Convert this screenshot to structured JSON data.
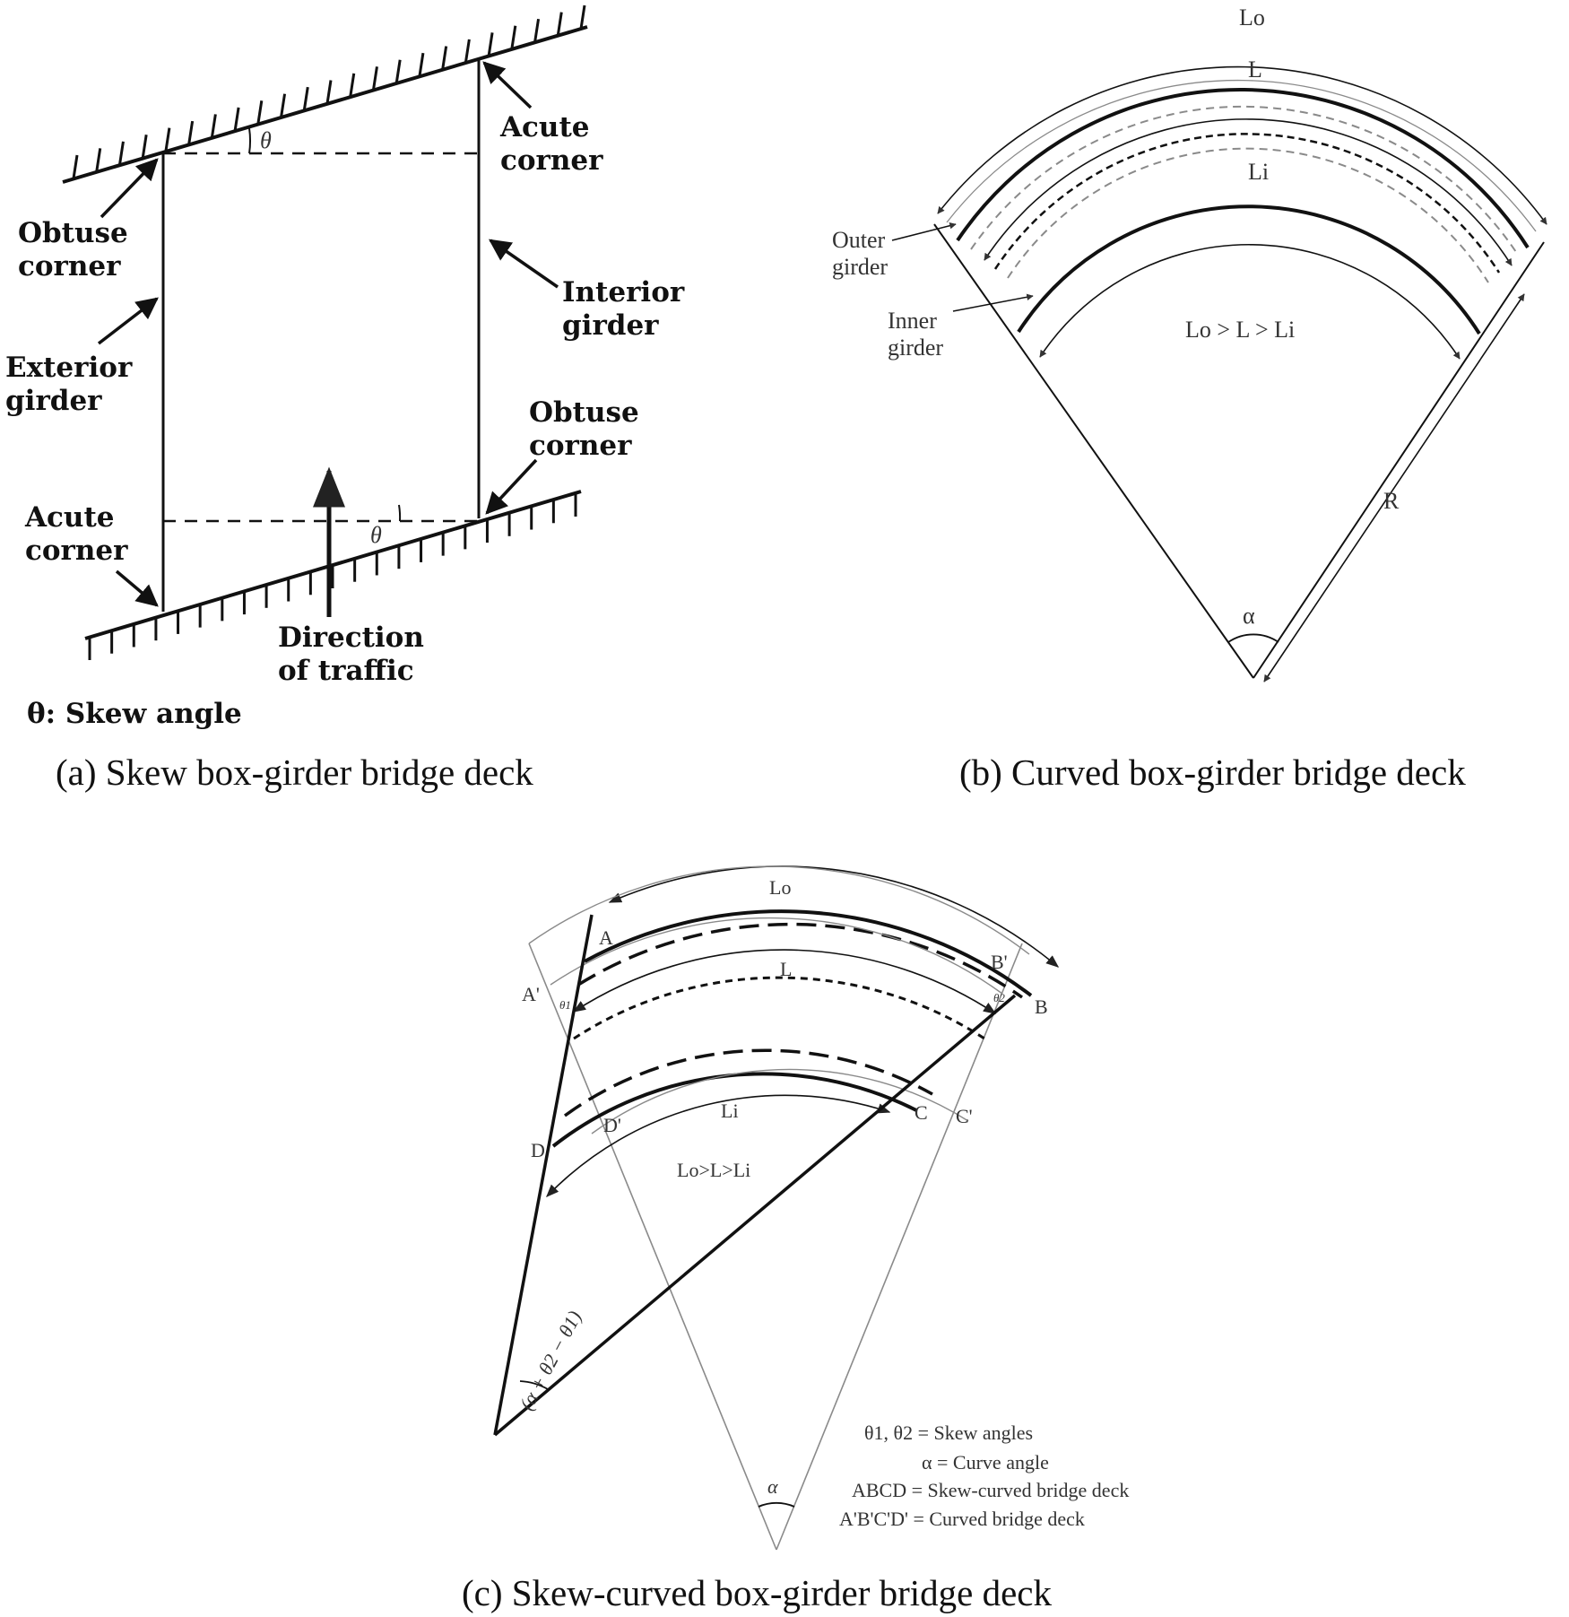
{
  "panel_a": {
    "theta_top": "θ",
    "theta_bottom": "θ",
    "acute_top_1": "Acute",
    "acute_top_2": "corner",
    "obtuse_left_1": "Obtuse",
    "obtuse_left_2": "corner",
    "interior_1": "Interior",
    "interior_2": "girder",
    "exterior_1": "Exterior",
    "exterior_2": "girder",
    "obtuse_right_1": "Obtuse",
    "obtuse_right_2": "corner",
    "acute_bottom_1": "Acute",
    "acute_bottom_2": "corner",
    "traffic_1": "Direction",
    "traffic_2": "of traffic",
    "legend": "θ: Skew angle",
    "caption": "(a) Skew box-girder bridge deck"
  },
  "panel_b": {
    "lo_label": "Lo",
    "l_label": "L",
    "li_label": "Li",
    "outer_1": "Outer",
    "outer_2": "girder",
    "inner_1": "Inner",
    "inner_2": "girder",
    "relation": "Lo > L > Li",
    "r_label": "R",
    "alpha_label": "α",
    "caption": "(b) Curved box-girder bridge deck"
  },
  "panel_c": {
    "lo_label": "Lo",
    "l_label": "L",
    "li_label": "Li",
    "a_label": "A",
    "a_prime_label": "A'",
    "b_label": "B",
    "b_prime_label": "B'",
    "c_label": "C",
    "c_prime_label": "C'",
    "d_label": "D",
    "d_prime_label": "D'",
    "theta1_label": "θ1",
    "theta2_label": "θ2",
    "relation": "Lo>L>Li",
    "angle_expr": "(α + θ2 − θ1)",
    "alpha_label": "α",
    "legend_1": "θ1, θ2 = Skew angles",
    "legend_2": "α = Curve angle",
    "legend_3": "ABCD = Skew-curved bridge deck",
    "legend_4": "A'B'C'D' = Curved bridge deck",
    "caption": "(c) Skew-curved box-girder bridge deck"
  }
}
